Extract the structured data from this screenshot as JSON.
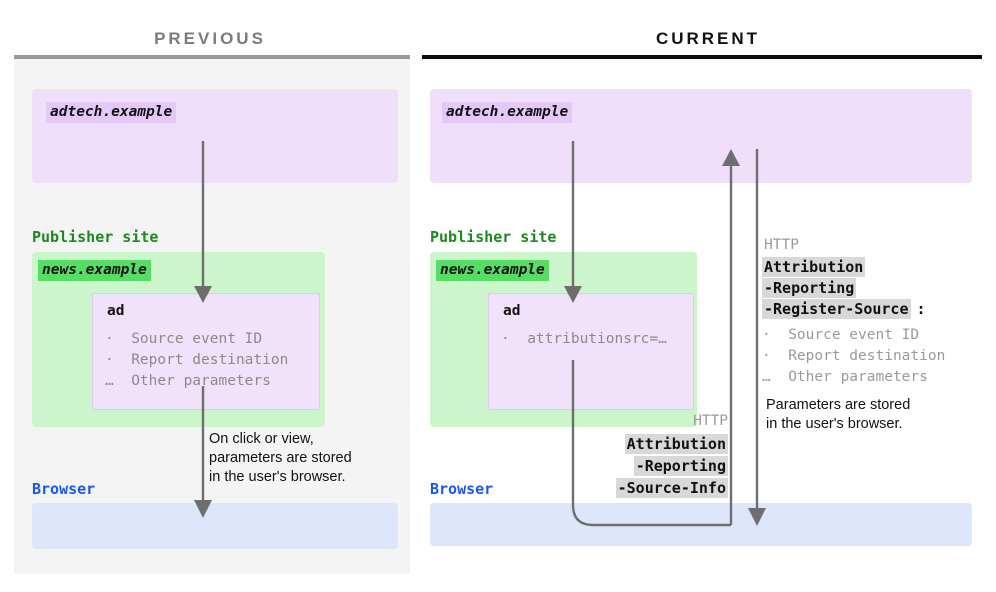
{
  "columns": {
    "previous": {
      "title": "PREVIOUS"
    },
    "current": {
      "title": "CURRENT"
    }
  },
  "previous": {
    "adtech_chip": "adtech.example",
    "publisher_label": "Publisher site",
    "publisher_chip": "news.example",
    "ad_title": "ad",
    "ad_params": "·  Source event ID\n·  Report destination\n…  Other parameters",
    "browser_label": "Browser",
    "note": "On click or view,\nparameters are stored\nin the user's browser."
  },
  "current": {
    "adtech_chip": "adtech.example",
    "publisher_label": "Publisher site",
    "publisher_chip": "news.example",
    "ad_title": "ad",
    "ad_params": "·  attributionsrc=…",
    "browser_label": "Browser",
    "source_info": {
      "http_word": "HTTP",
      "line1": "Attribution",
      "line2": "-Reporting",
      "line3": "-Source-Info"
    },
    "register_source": {
      "http_word": "HTTP",
      "line1": "Attribution",
      "line2": "-Reporting",
      "line3": "-Register-Source",
      "colon": ":",
      "params": "·  Source event ID\n·  Report destination\n…  Other parameters",
      "note": "Parameters are stored\nin the user's browser."
    }
  },
  "colors": {
    "adtech_zone": "#f0dffa",
    "publisher_zone": "#ccf5cc",
    "browser_zone": "#dde6fa",
    "adtech_chip": "#e2c9f7",
    "publisher_chip": "#55dd66",
    "publisher_text": "#1a8a1a",
    "browser_text": "#1a56f0",
    "arrow": "#6e6e6e",
    "header_highlight": "#d8d8d8",
    "previous_rule": "#9a9a9a",
    "current_rule": "#0d0d0d"
  }
}
